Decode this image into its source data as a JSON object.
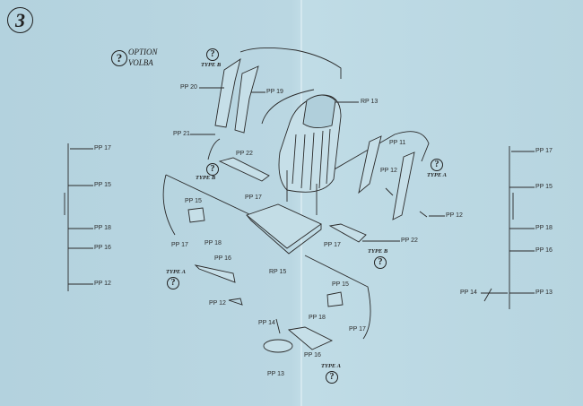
{
  "step_number": "3",
  "legend": {
    "option_en": "OPTION",
    "option_cz": "VOLBA",
    "icon": "question-circle-icon"
  },
  "types": {
    "a": "TYPE A",
    "b": "TYPE B"
  },
  "parts": {
    "pp11": "PP 11",
    "pp12": "PP 12",
    "pp13": "PP 13",
    "pp14": "PP 14",
    "pp15": "PP 15",
    "pp16": "PP 16",
    "pp17": "PP 17",
    "pp18": "PP 18",
    "pp19": "PP 19",
    "pp20": "PP 20",
    "pp21": "PP 21",
    "pp22": "PP 22",
    "rp13": "RP 13",
    "rp15": "RP 15"
  },
  "question_mark": "?",
  "colors": {
    "paper": "#b7d5e0",
    "ink": "#222222"
  }
}
